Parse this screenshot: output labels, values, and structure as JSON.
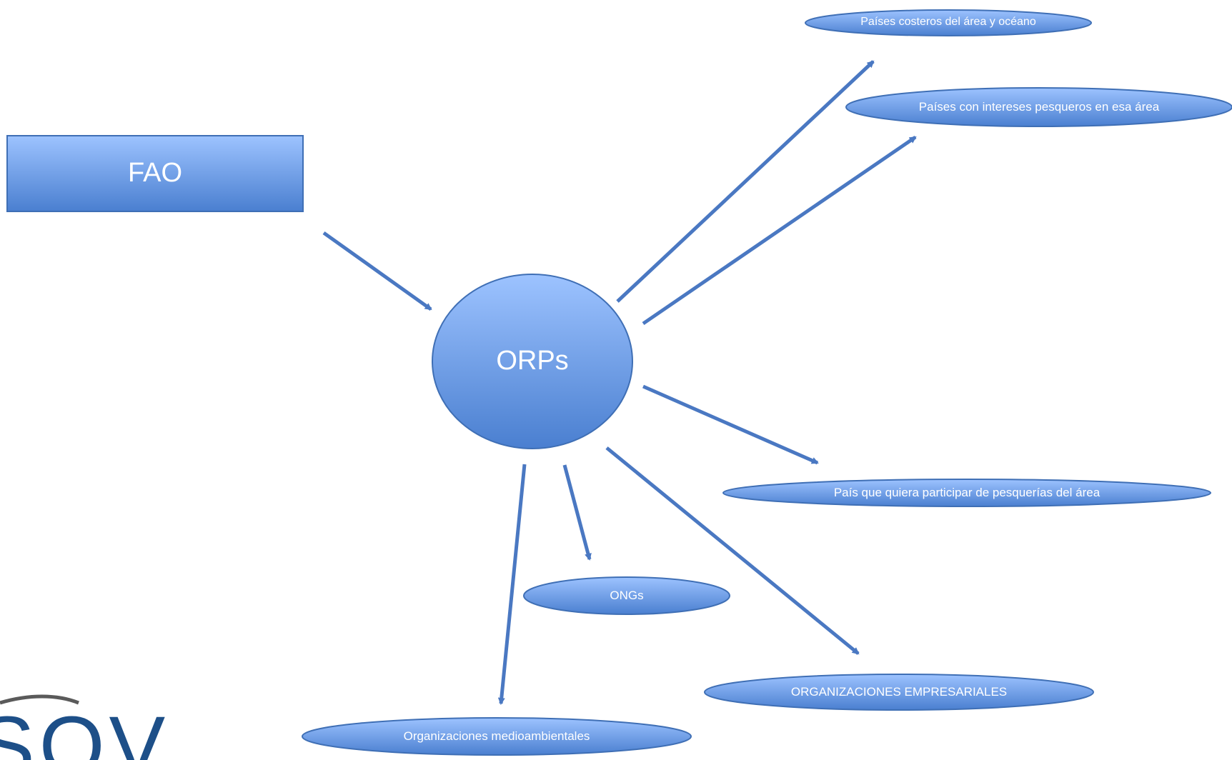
{
  "colors": {
    "fill_top": "#9dc3ff",
    "fill_bottom": "#4a7fd0",
    "stroke": "#3f6fb5",
    "arrow": "#4a78c2",
    "text": "#ffffff"
  },
  "hub": {
    "label": "ORPs"
  },
  "source": {
    "label": "FAO"
  },
  "targets": [
    {
      "id": "costeros",
      "label": "Países costeros del área y océano"
    },
    {
      "id": "intereses",
      "label": "Países con intereses pesqueros en esa área"
    },
    {
      "id": "participar",
      "label": "País que quiera participar de pesquerías del área"
    },
    {
      "id": "ongs",
      "label": "ONGs"
    },
    {
      "id": "empresariales",
      "label": "ORGANIZACIONES EMPRESARIALES"
    },
    {
      "id": "medioambientales",
      "label": "Organizaciones medioambientales"
    }
  ],
  "logo": {
    "text": "SOV"
  }
}
